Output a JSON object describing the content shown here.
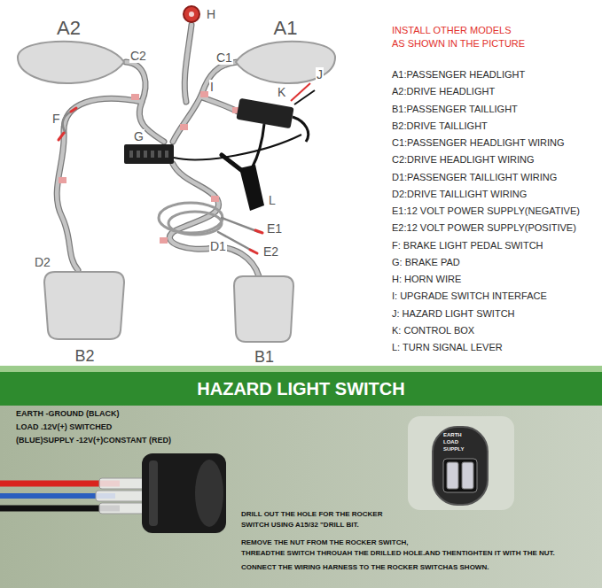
{
  "diagram": {
    "nodes": [
      {
        "text": [
          "A2"
        ]
      },
      {
        "text": [
          "A1"
        ]
      },
      {
        "text": [
          "B2"
        ]
      },
      {
        "text": [
          "B1"
        ]
      },
      {
        "text": [
          "HAZARD LIGHT SWITCH"
        ]
      }
    ],
    "labels": [
      "H",
      "C2",
      "G",
      "C1",
      "J",
      "F",
      "I",
      "K",
      "L",
      "E1",
      "D1",
      "E2",
      "D2",
      "INSTALL OTHER MODELS",
      "AS SHOWN IN THE PICTURE",
      "A1:PASSENGER HEADLIGHT",
      "A2:DRIVE HEADLIGHT",
      "B1:PASSENGER TAILLIGHT",
      "B2:DRIVE TAILLIGHT",
      "C1:PASSENGER HEADLIGHT WIRING",
      "C2:DRIVE HEADLIGHT WIRING",
      "D1:PASSENGER TAILLIGHT WIRING",
      "D2:DRIVE TAILLIGHT WIRING",
      "E1:12 VOLT POWER SUPPLY(NEGATIVE)",
      "E2:12 VOLT POWER SUPPLY(POSITIVE)",
      "F: BRAKE LIGHT PEDAL SWITCH",
      "G: BRAKE PAD",
      "H: HORN WIRE",
      "I: UPGRADE SWITCH INTERFACE",
      "J: HAZARD LIGHT SWITCH",
      "K: CONTROL BOX",
      "L: TURN SIGNAL LEVER",
      "EARTH -GROUND (BLACK)",
      "LOAD .12V(+) SWITCHED",
      "(BLUE)SUPPLY -12V(+)CONSTANT (RED)",
      "EARTH",
      "LOAD",
      "SUPPLY",
      "DRILL OUT THE HOLE FOR THE ROCKER",
      "SWITCH USING A15/32 \"DRILL BIT.",
      "REMOVE THE NUT FROM THE ROCKER SWITCH,",
      "THREADTHE SWITCH THROUAH THE DRILLED HOLE.AND THENTIGHTEN IT WITH THE NUT.",
      "CONNECT THE WIRING HARNESS TO THE ROCKER SWITCHAS SHOWN."
    ]
  }
}
